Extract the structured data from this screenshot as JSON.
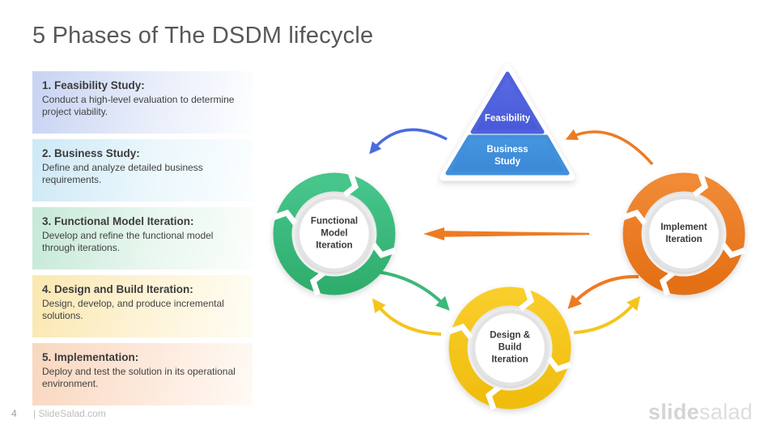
{
  "slide": {
    "title": "5 Phases of The DSDM lifecycle",
    "page_number": "4",
    "footer": "| SlideSalad.com",
    "logo": {
      "part1": "slide",
      "part2": "salad"
    }
  },
  "phases": [
    {
      "heading": "1. Feasibility Study:",
      "description": "Conduct a high-level evaluation to determine project viability.",
      "accent": "#c7d3f2"
    },
    {
      "heading": "2. Business Study:",
      "description": "Define and analyze detailed business requirements.",
      "accent": "#cde9f6"
    },
    {
      "heading": "3. Functional Model Iteration:",
      "description": "Develop and refine the functional model through iterations.",
      "accent": "#c6e9d7"
    },
    {
      "heading": "4. Design and Build Iteration:",
      "description": "Design, develop, and produce incremental solutions.",
      "accent": "#fbe8b1"
    },
    {
      "heading": "5. Implementation:",
      "description": "Deploy and test the solution in its operational environment.",
      "accent": "#f9d7bf"
    }
  ],
  "diagram": {
    "pyramid": {
      "top_label": "Feasibility",
      "top_color": "#4f62dc",
      "bottom_label": "Business\nStudy",
      "bottom_color": "#4190dc"
    },
    "cycles": [
      {
        "label": "Functional\nModel\nIteration",
        "color": "#3cb878"
      },
      {
        "label": "Implement\nIteration",
        "color": "#ed7d23"
      },
      {
        "label": "Design &\nBuild\nIteration",
        "color": "#f5c51d"
      }
    ],
    "arrow_colors": {
      "blue": "#4a6bdf",
      "green": "#3cb878",
      "yellow": "#f5c51d",
      "orange": "#ee7b22"
    }
  }
}
